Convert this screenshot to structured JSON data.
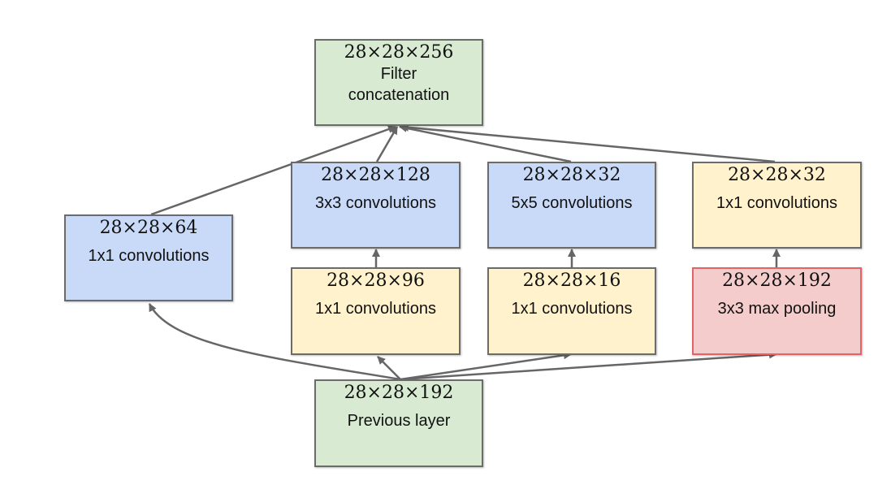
{
  "nodes": {
    "concat": {
      "dim": "28×28×256",
      "label_line1": "Filter",
      "label_line2": "concatenation"
    },
    "b1_conv1": {
      "dim": "28×28×64",
      "label": "1x1 convolutions"
    },
    "b2_conv3": {
      "dim": "28×28×128",
      "label": "3x3 convolutions"
    },
    "b3_conv5": {
      "dim": "28×28×32",
      "label": "5x5 convolutions"
    },
    "b4_conv1": {
      "dim": "28×28×32",
      "label": "1x1 convolutions"
    },
    "b2_red": {
      "dim": "28×28×96",
      "label": "1x1 convolutions"
    },
    "b3_red": {
      "dim": "28×28×16",
      "label": "1x1 convolutions"
    },
    "b4_pool": {
      "dim": "28×28×192",
      "label": "3x3 max pooling"
    },
    "prev": {
      "dim": "28×28×192",
      "label": "Previous layer"
    }
  },
  "edges": [
    {
      "from": "prev",
      "to": "b1_conv1"
    },
    {
      "from": "prev",
      "to": "b2_red"
    },
    {
      "from": "prev",
      "to": "b3_red"
    },
    {
      "from": "prev",
      "to": "b4_pool"
    },
    {
      "from": "b2_red",
      "to": "b2_conv3"
    },
    {
      "from": "b3_red",
      "to": "b3_conv5"
    },
    {
      "from": "b4_pool",
      "to": "b4_conv1"
    },
    {
      "from": "b1_conv1",
      "to": "concat"
    },
    {
      "from": "b2_conv3",
      "to": "concat"
    },
    {
      "from": "b3_conv5",
      "to": "concat"
    },
    {
      "from": "b4_conv1",
      "to": "concat"
    }
  ],
  "colors": {
    "green": "#d9ead3",
    "blue": "#c9daf8",
    "yellow": "#fff2cc",
    "red": "#f4cccc",
    "border": "#6b6b6b",
    "arrow": "#666666"
  }
}
